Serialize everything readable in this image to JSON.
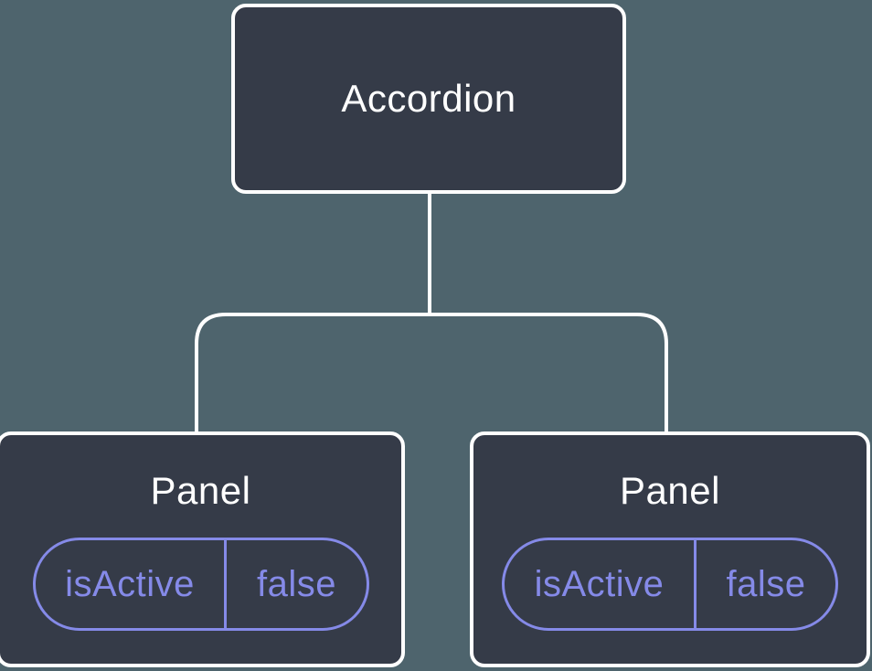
{
  "colors": {
    "bg": "#4e646d",
    "node_fill": "#353b48",
    "node_border": "#ffffff",
    "node_text": "#ffffff",
    "accent": "#858ae8"
  },
  "tree": {
    "root": {
      "label": "Accordion"
    },
    "children": [
      {
        "label": "Panel",
        "state": {
          "key": "isActive",
          "value": "false"
        }
      },
      {
        "label": "Panel",
        "state": {
          "key": "isActive",
          "value": "false"
        }
      }
    ]
  }
}
